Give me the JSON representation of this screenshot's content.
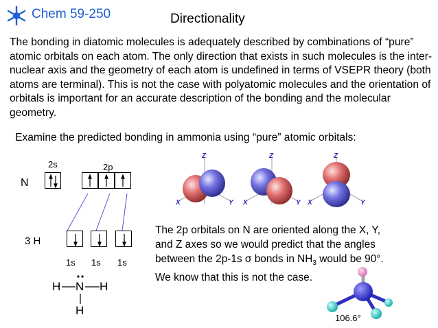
{
  "header": {
    "course": "Chem 59-250",
    "title": "Directionality",
    "logo_icon": "snowflake-logo-icon",
    "accent": "#1f5fd1"
  },
  "paragraph": "The bonding in diatomic molecules is adequately described by combinations of “pure” atomic orbitals on each atom.  The only direction that exists in such molecules is the inter-nuclear axis and the geometry of each atom is undefined in terms of VSEPR theory (both atoms are terminal).  This is not the case with polyatomic molecules and the orientation of orbitals is important for an accurate description of the bonding and the molecular geometry.",
  "examine": "Examine the predicted bonding in ammonia using “pure” atomic orbitals:",
  "diagram": {
    "label_2s": "2s",
    "label_2p": "2p",
    "label_N": "N",
    "label_3H": "3 H",
    "label_1s": [
      "1s",
      "1s",
      "1s"
    ],
    "lewis_H_left": "H",
    "lewis_N": "N",
    "lewis_H_right": "H",
    "lewis_H_bottom": "H"
  },
  "orbitals": {
    "axis_z": "Z",
    "axis_x": "X",
    "axis_y": "Y",
    "lobe_colors": [
      "#d94f4f",
      "#4f4fd9"
    ]
  },
  "description": {
    "line1": "The 2p orbitals on N are oriented along the X, Y,",
    "line2": "and Z axes so we would predict that the angles",
    "line3_a": "between the 2p-1s ",
    "line3_sigma": "σ",
    "line3_b": " bonds in NH",
    "line3_sub": "3",
    "line3_c": " would be 90°.",
    "line4": "We know that this is not the case."
  },
  "model_angle": "106.6°"
}
